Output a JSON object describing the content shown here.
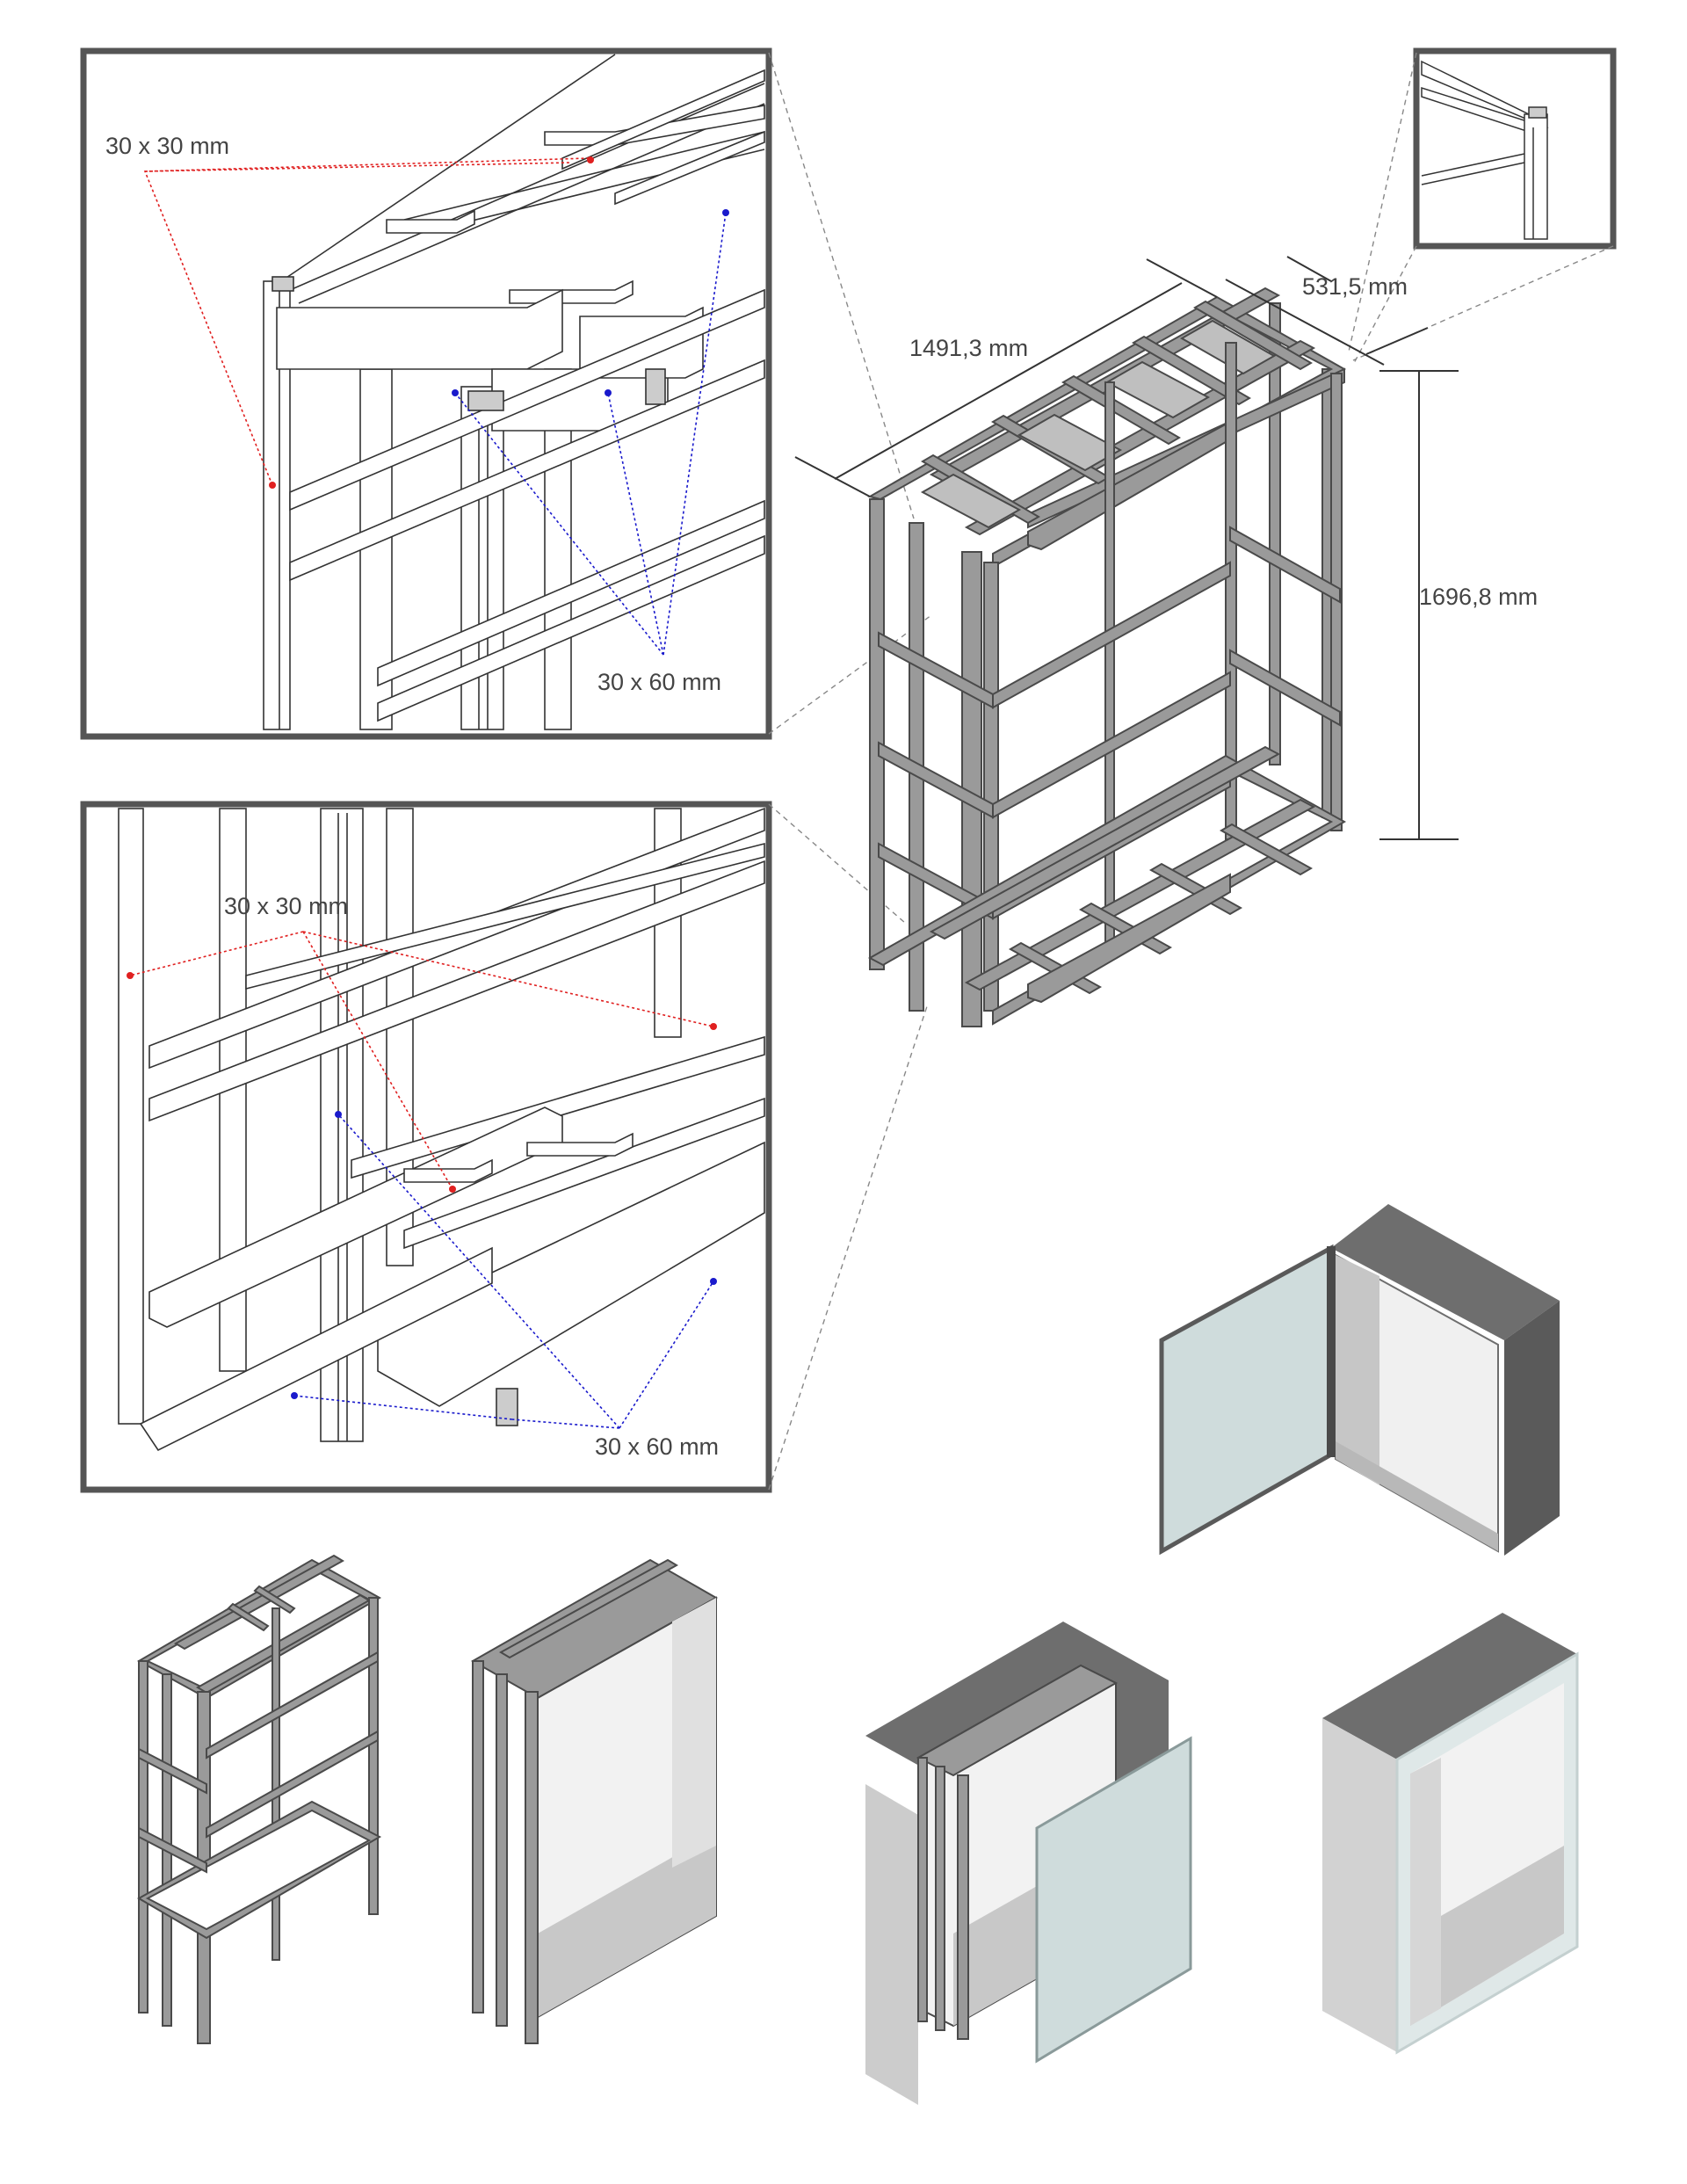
{
  "dimensions": {
    "width": "1491,3 mm",
    "depth": "531,5 mm",
    "height": "1696,8 mm"
  },
  "callouts": {
    "top_detail_small": "30 x 30 mm",
    "top_detail_large": "30 x 60 mm",
    "bottom_detail_small": "30 x 30 mm",
    "bottom_detail_large": "30 x 60 mm"
  },
  "colors": {
    "frame_fill": "#9a9a9a",
    "frame_stroke": "#4a4a4a",
    "panel_dark": "#6e6e6e",
    "panel_light": "#d4d4d4",
    "interior": "#f0f0f0",
    "glass": "#cfdcdc",
    "callout_red": "#e02020",
    "callout_blue": "#1a1acc",
    "detail_border": "#555555",
    "leader_gray": "#888888"
  }
}
